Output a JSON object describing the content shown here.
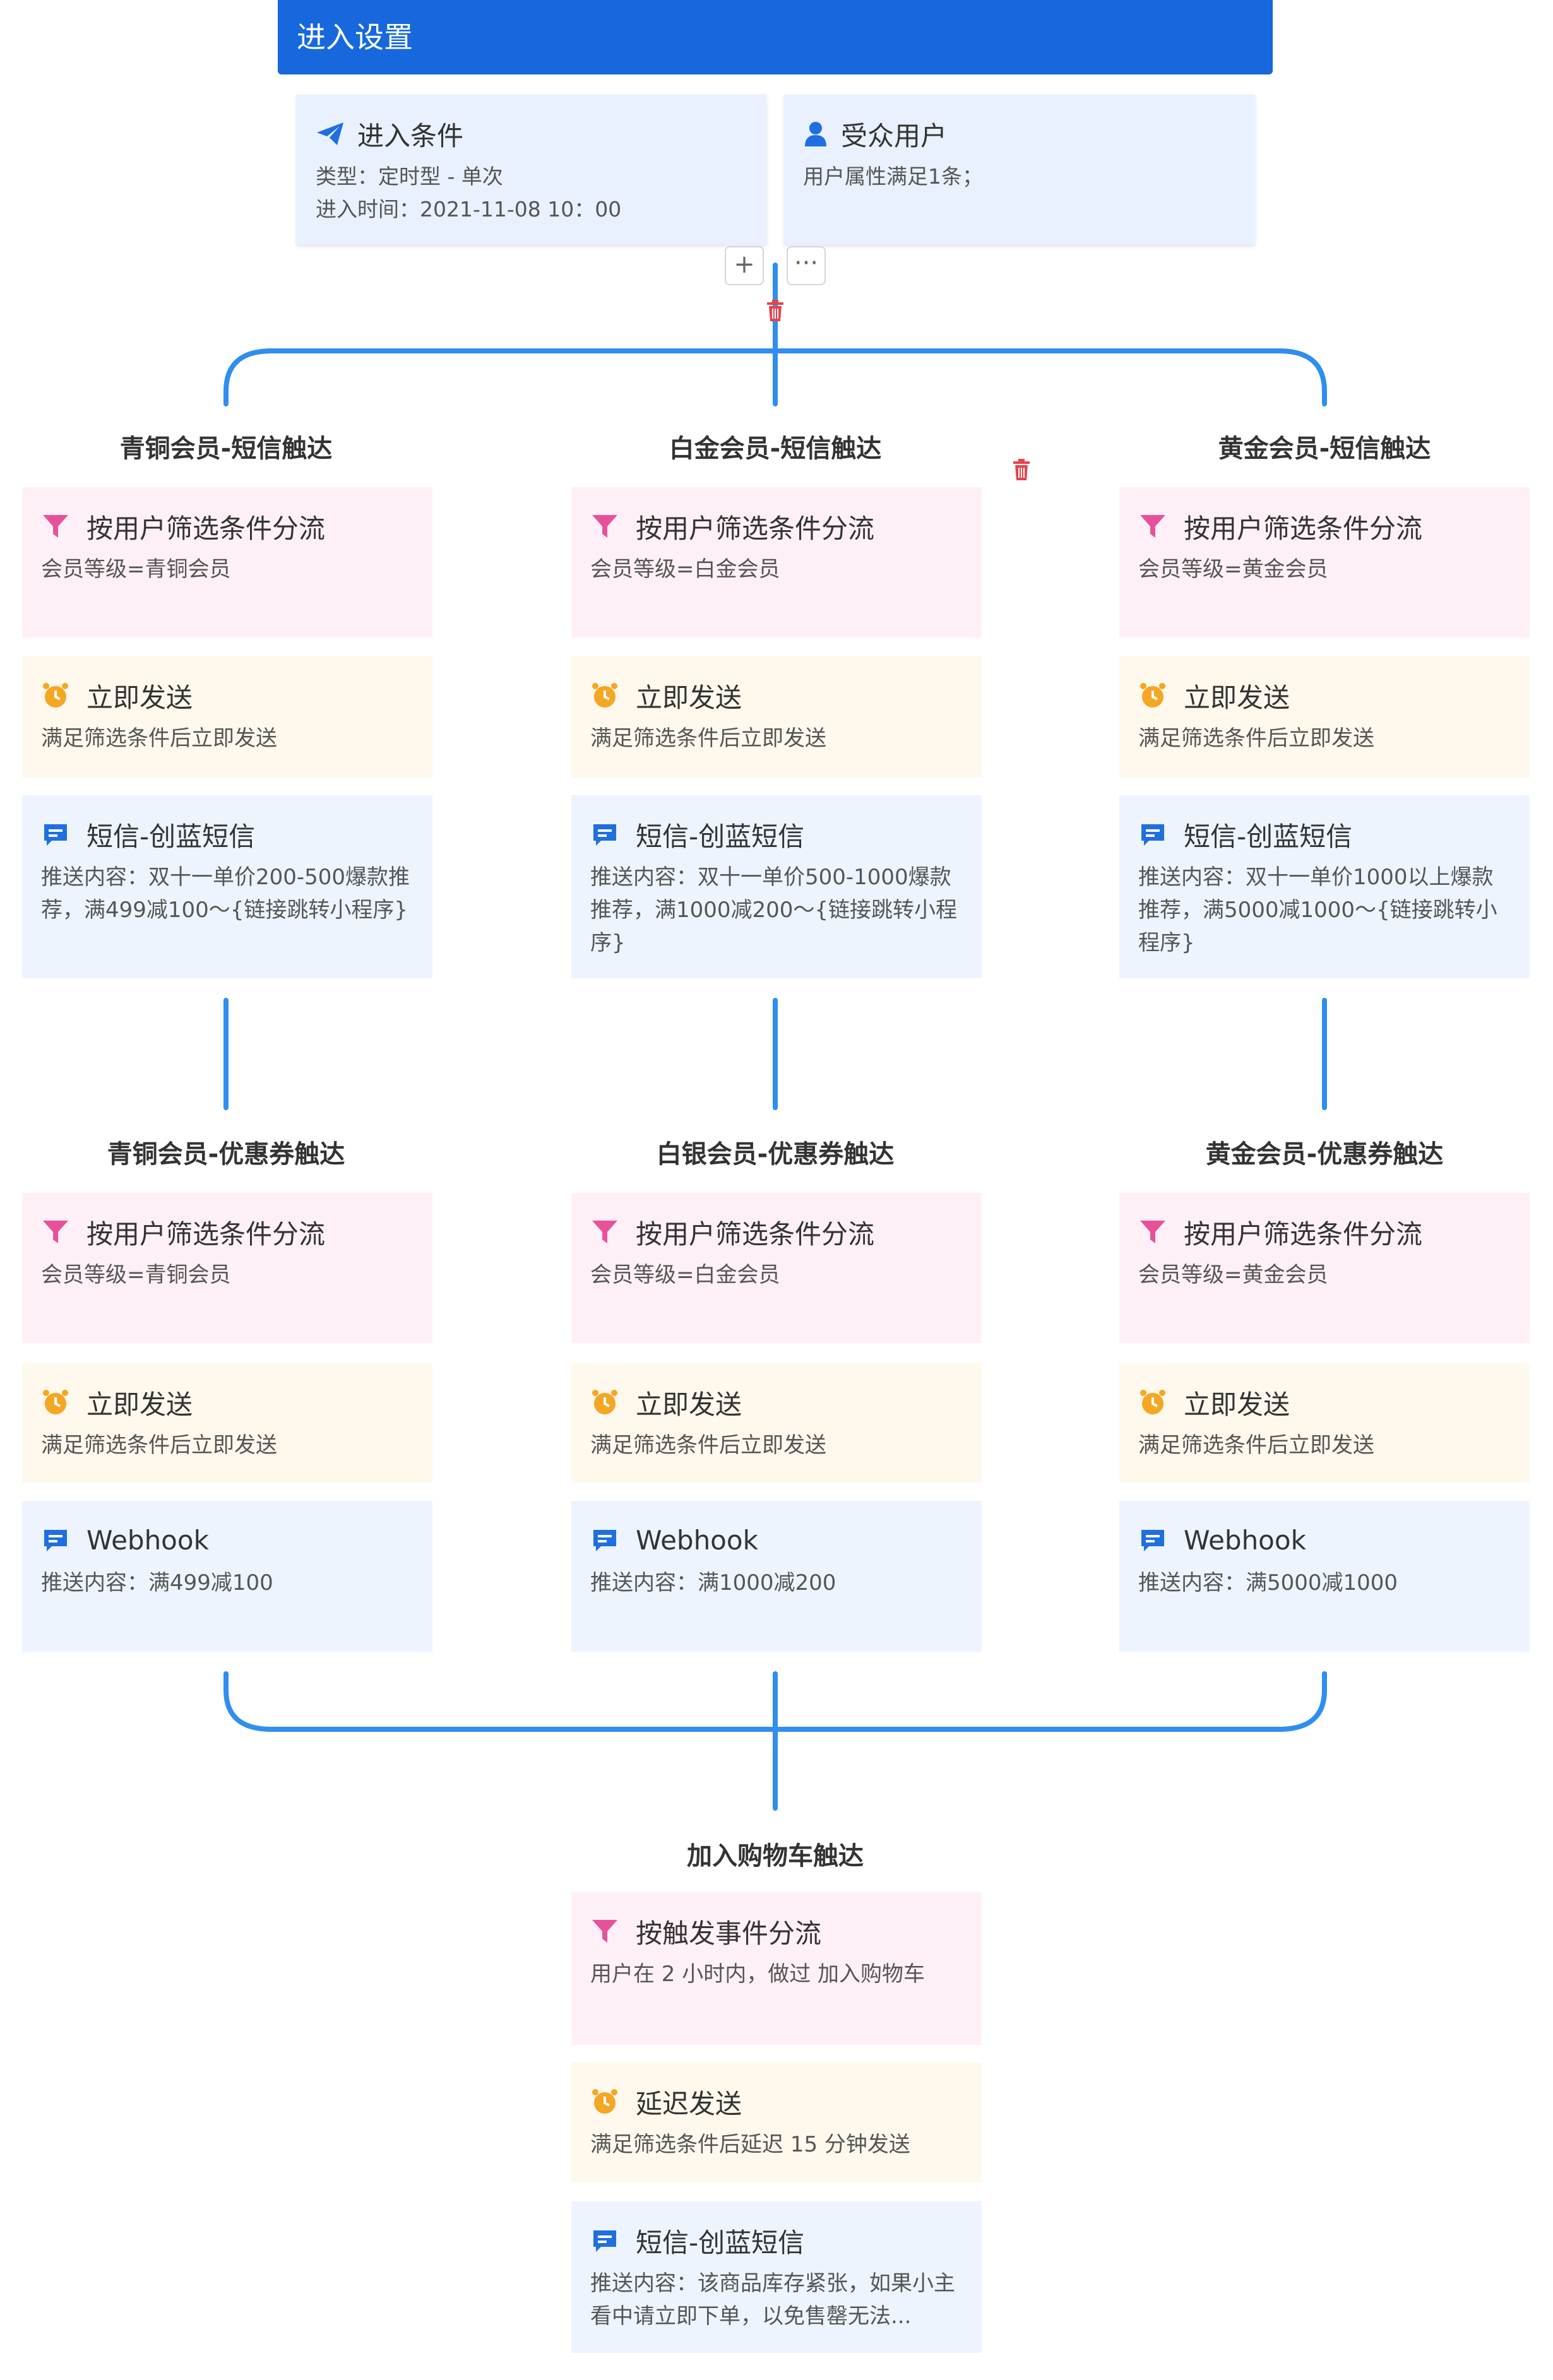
{
  "header": {
    "title": "进入设置"
  },
  "entry_condition": {
    "title": "进入条件",
    "line1": "类型：定时型 - 单次",
    "line2": "进入时间：2021-11-08 10：00"
  },
  "audience": {
    "title": "受众用户",
    "line1": "用户属性满足1条；"
  },
  "controls": {
    "add": "+",
    "more": "···"
  },
  "row1": {
    "col1": {
      "title": "青铜会员-短信触达",
      "filter_title": "按用户筛选条件分流",
      "filter_desc": "会员等级=青铜会员",
      "send_title": "立即发送",
      "send_desc": "满足筛选条件后立即发送",
      "msg_title": "短信-创蓝短信",
      "msg_desc": "推送内容：双十一单价200-500爆款推荐，满499减100～{链接跳转小程序}"
    },
    "col2": {
      "title": "白金会员-短信触达",
      "filter_title": "按用户筛选条件分流",
      "filter_desc": "会员等级=白金会员",
      "send_title": "立即发送",
      "send_desc": "满足筛选条件后立即发送",
      "msg_title": "短信-创蓝短信",
      "msg_desc": "推送内容：双十一单价500-1000爆款推荐，满1000减200～{链接跳转小程序}"
    },
    "col3": {
      "title": "黄金会员-短信触达",
      "filter_title": "按用户筛选条件分流",
      "filter_desc": "会员等级=黄金会员",
      "send_title": "立即发送",
      "send_desc": "满足筛选条件后立即发送",
      "msg_title": "短信-创蓝短信",
      "msg_desc": "推送内容：双十一单价1000以上爆款推荐，满5000减1000～{链接跳转小程序}"
    }
  },
  "row2": {
    "col1": {
      "title": "青铜会员-优惠券触达",
      "filter_title": "按用户筛选条件分流",
      "filter_desc": "会员等级=青铜会员",
      "send_title": "立即发送",
      "send_desc": "满足筛选条件后立即发送",
      "msg_title": "Webhook",
      "msg_desc": "推送内容：满499减100"
    },
    "col2": {
      "title": "白银会员-优惠券触达",
      "filter_title": "按用户筛选条件分流",
      "filter_desc": "会员等级=白金会员",
      "send_title": "立即发送",
      "send_desc": "满足筛选条件后立即发送",
      "msg_title": "Webhook",
      "msg_desc": "推送内容：满1000减200"
    },
    "col3": {
      "title": "黄金会员-优惠券触达",
      "filter_title": "按用户筛选条件分流",
      "filter_desc": "会员等级=黄金会员",
      "send_title": "立即发送",
      "send_desc": "满足筛选条件后立即发送",
      "msg_title": "Webhook",
      "msg_desc": "推送内容：满5000减1000"
    }
  },
  "final": {
    "title": "加入购物车触达",
    "filter_title": "按触发事件分流",
    "filter_desc": "用户在 2 小时内，做过 加入购物车",
    "send_title": "延迟发送",
    "send_desc": "满足筛选条件后延迟 15 分钟发送",
    "msg_title": "短信-创蓝短信",
    "msg_desc": "推送内容：该商品库存紧张，如果小主看中请立即下单，以免售罄无法..."
  },
  "colors": {
    "primary": "#1668dc",
    "line": "#2f8ef0",
    "filter_icon": "#e8519a",
    "clock_icon": "#f5a623",
    "message_icon": "#1f6fe0",
    "trash": "#e2454e"
  }
}
